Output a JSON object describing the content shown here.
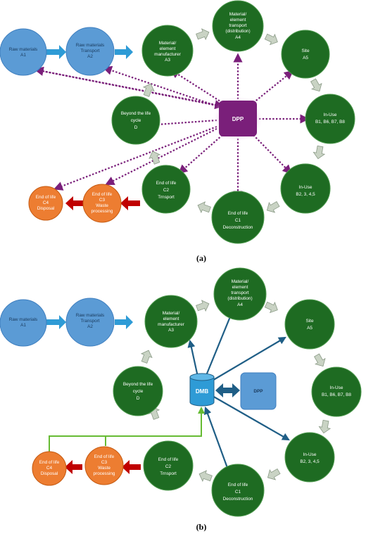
{
  "diagram_a": {
    "caption": "(a)",
    "hub": "DPP",
    "nodes": {
      "a1": [
        "Raw materials",
        "A1"
      ],
      "a2": [
        "Raw materials",
        "Transport",
        "A2"
      ],
      "a3": [
        "Material/",
        "element",
        "manufacturer",
        "A3"
      ],
      "a4": [
        "Material/",
        "element",
        "transport",
        "(distribution)",
        "A4"
      ],
      "a5": [
        "Site",
        "A5"
      ],
      "b1": [
        "In-Use",
        "B1, B6, B7, B8"
      ],
      "b2": [
        "In-Use",
        "B2, 3, 4,5"
      ],
      "c1": [
        "End of life",
        "C1",
        "Deconstruction"
      ],
      "c2": [
        "End of life",
        "C2",
        "Trnsport"
      ],
      "c3": [
        "End of life",
        "C3",
        "Waste",
        "processing"
      ],
      "c4": [
        "End of life",
        "C4",
        "Disposal"
      ],
      "d": [
        "Beyond the life",
        "cycle",
        "D"
      ]
    }
  },
  "diagram_b": {
    "caption": "(b)",
    "db": "DMB",
    "dpp": "DPP",
    "nodes": {
      "a1": [
        "Raw materials",
        "A1"
      ],
      "a2": [
        "Raw materials",
        "Transport",
        "A2"
      ],
      "a3": [
        "Material/",
        "element",
        "manufacturer",
        "A3"
      ],
      "a4": [
        "Material/",
        "element",
        "transport",
        "(distribution)",
        "A4"
      ],
      "a5": [
        "Site",
        "A5"
      ],
      "b1": [
        "In-Use",
        "B1, B6, B7, B8"
      ],
      "b2": [
        "In-Use",
        "B2, 3, 4,5"
      ],
      "c1": [
        "End of life",
        "C1",
        "Deconstruction"
      ],
      "c2": [
        "End of life",
        "C2",
        "Trnsport"
      ],
      "c3": [
        "End of life",
        "C3",
        "Waste",
        "processing"
      ],
      "c4": [
        "End of life",
        "C4",
        "Disposal"
      ],
      "d": [
        "Beyond the life",
        "cycle",
        "D"
      ]
    }
  },
  "colors": {
    "green": "#1e6b22",
    "blue": "#5b9bd5",
    "orange": "#ed7d31",
    "purple": "#7a1f7a",
    "teal": "#1f5e86",
    "lime": "#66bb33",
    "red": "#c00000"
  }
}
